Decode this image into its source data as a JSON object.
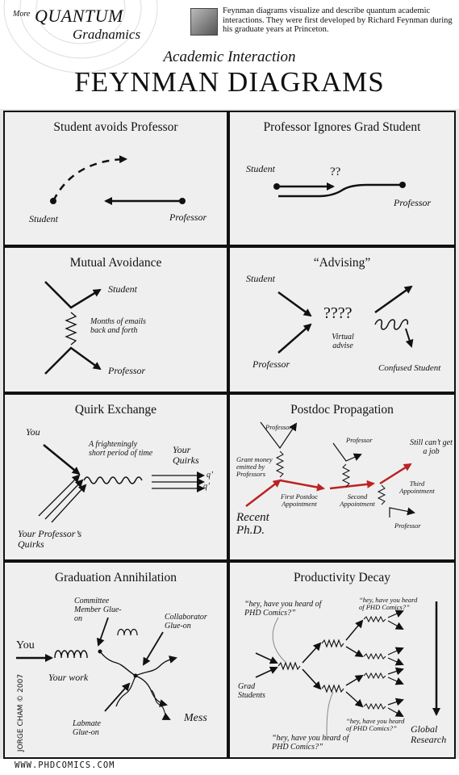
{
  "header": {
    "more": "More",
    "quantum": "QUANTUM",
    "gradnamics": "Gradnamics",
    "blurb": "Feynman diagrams visualize and describe quantum academic interactions. They were first developed by Richard Feynman during his graduate years at Princeton.",
    "subtitle": "Academic Interaction",
    "title": "FEYNMAN DIAGRAMS"
  },
  "panels": {
    "p1": {
      "title": "Student avoids Professor",
      "student": "Student",
      "professor": "Professor"
    },
    "p2": {
      "title": "Professor Ignores Grad Student",
      "student": "Student",
      "professor": "Professor",
      "qq": "??"
    },
    "p3": {
      "title": "Mutual Avoidance",
      "student": "Student",
      "emails": "Months of emails back and forth",
      "professor": "Professor"
    },
    "p4": {
      "title": "“Advising”",
      "student": "Student",
      "professor": "Professor",
      "q": "????",
      "virtual": "Virtual advise",
      "confused": "Confused Student"
    },
    "p5": {
      "title": "Quirk Exchange",
      "you": "You",
      "short": "A frighteningly short period of time",
      "yourquirks": "Your Quirks",
      "q1": "q’",
      "q2": "q’",
      "profquirks": "Your Professor’s Quirks"
    },
    "p6": {
      "title": "Postdoc Propagation",
      "prof1": "Professor",
      "prof2": "Professor",
      "prof3": "Professor",
      "grant": "Grant money emitted by Professors",
      "recent": "Recent Ph.D.",
      "first": "First Postdoc Appointment",
      "second": "Second Appointment",
      "third": "Third Appointment",
      "stillcant": "Still can’t get a job"
    },
    "p7": {
      "title": "Graduation Annihilation",
      "committee": "Committee Member Glue-on",
      "collab": "Collaborator Glue-on",
      "you": "You",
      "work": "Your work",
      "labmate": "Labmate Glue-on",
      "mess": "Mess"
    },
    "p8": {
      "title": "Productivity Decay",
      "q1": "“hey, have you heard of PHD Comics?”",
      "q2": "“hey, have you heard of PHD Comics?”",
      "q3": "“hey, have you heard of PHD Comics?”",
      "q4": "“hey, have you heard of PHD Comics?”",
      "grad": "Grad Students",
      "global": "Global Research"
    }
  },
  "footer": {
    "url": "WWW.PHDCOMICS.COM",
    "credit": "JORGE CHAM © 2007"
  }
}
